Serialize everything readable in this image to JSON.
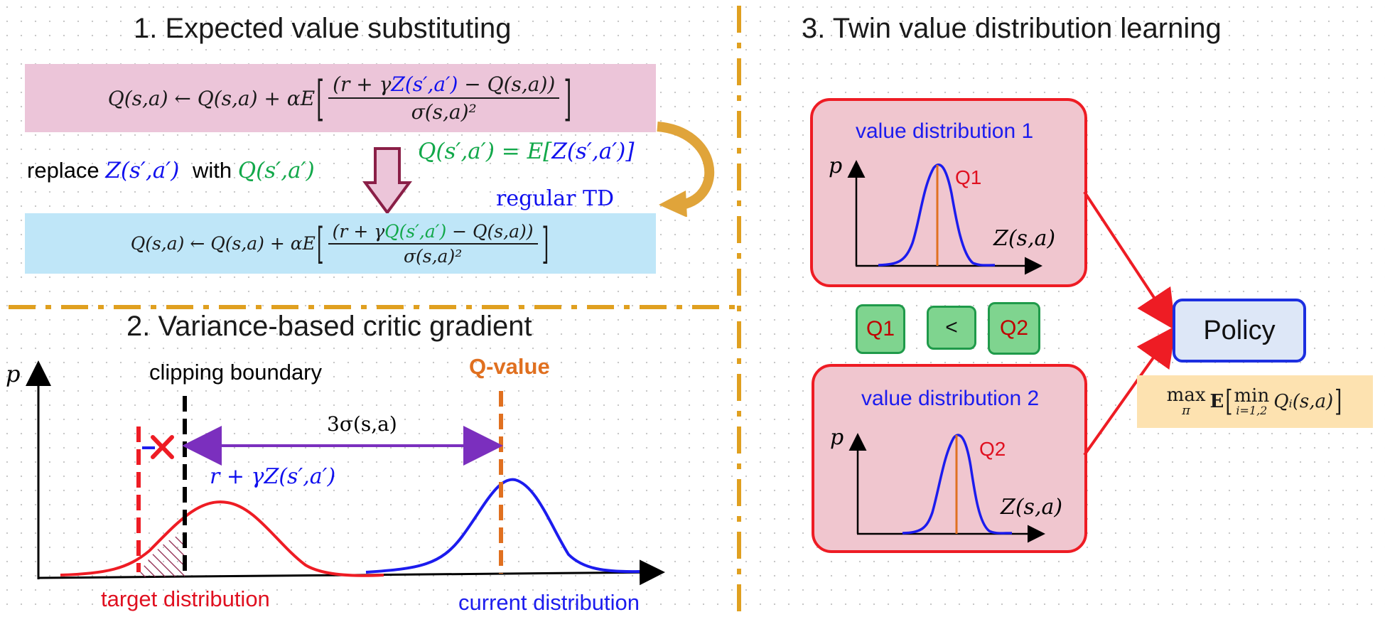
{
  "section1": {
    "title": "1. Expected value substituting",
    "top_formula": {
      "lhs": "Q(s,a) ← Q(s,a) + αE",
      "num_a": "(r + γ",
      "num_z": "Z(s′,a′)",
      "num_b": " − Q(s,a))",
      "den": "σ(s,a)²"
    },
    "replace_text": "replace",
    "replace_z": "Z(s′,a′)",
    "with_text": "with",
    "with_q": "Q(s′,a′)",
    "identity": "Q(s′,a′) = E[Z(s′,a′)]",
    "identity_lhs": "Q(s′,a′) = E[",
    "identity_z": "Z(s′,a′)",
    "identity_rhs": "]",
    "regular_td": "regular TD",
    "bottom_formula": {
      "lhs": "Q(s,a) ← Q(s,a) + αE",
      "num_a": "(r + γ",
      "num_q": "Q(s′,a′)",
      "num_b": " − Q(s,a))",
      "den": "σ(s,a)²"
    },
    "colors": {
      "top_box": "#ecc5d9",
      "bottom_box": "#bfe6f8",
      "arrow": "#e0a43a"
    }
  },
  "section2": {
    "title": "2. Variance-based critic gradient",
    "y_axis": "p",
    "clipping_label": "clipping boundary",
    "qvalue_label": "Q-value",
    "sigma_label": "3σ(s,a)",
    "target_label": "r + γZ(s′,a′)",
    "target_distribution": "target distribution",
    "current_distribution": "current distribution"
  },
  "section3": {
    "title": "3. Twin value distribution learning",
    "panel1": {
      "title": "value distribution 1",
      "p": "p",
      "q": "Q1",
      "x": "Z(s,a)"
    },
    "panel2": {
      "title": "value distribution 2",
      "p": "p",
      "q": "Q2",
      "x": "Z(s,a)"
    },
    "compare": {
      "left": "Q1",
      "op": "<",
      "right": "Q2"
    },
    "policy": "Policy",
    "objective": {
      "max": "max",
      "pi": "π",
      "e": "E",
      "min": "min",
      "idx": "i=1,2",
      "q": "Qᵢ(s,a)"
    }
  },
  "colors": {
    "divider": "#e0a020",
    "target": "#ee1c24",
    "current": "#1c1cee",
    "qvalue": "#e07020",
    "panel_fill": "#f0c6cf",
    "policy_fill": "#dde7f7",
    "objective_fill": "#fde2b0"
  }
}
